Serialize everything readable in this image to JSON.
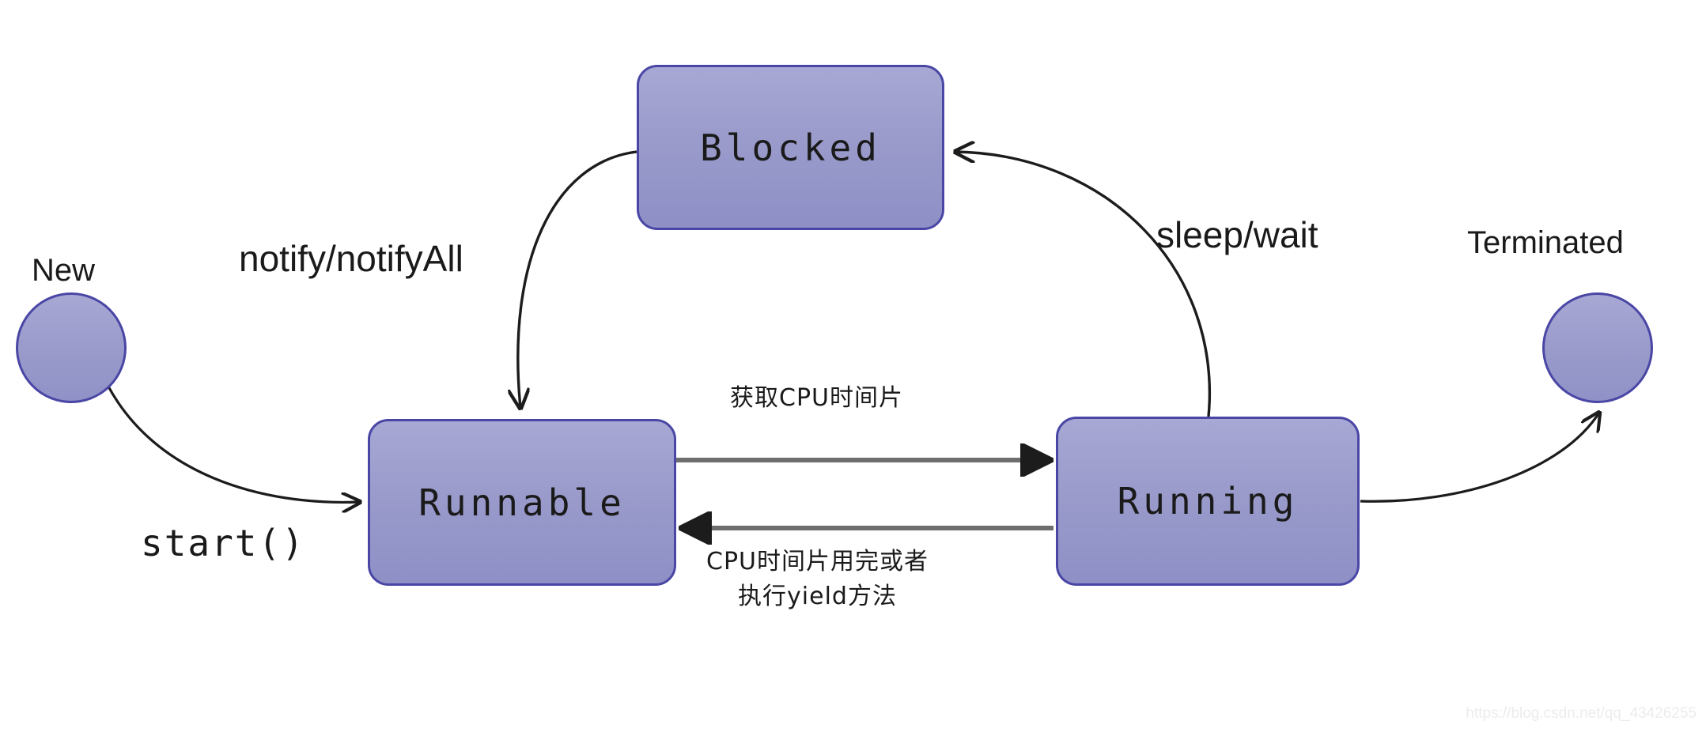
{
  "diagram": {
    "title": "Java Thread State Transition Diagram",
    "background_color": "#ffffff",
    "node_fill_color": "#9a9bcb",
    "node_border_color": "#4a46a5",
    "curve_edge_color": "#222222",
    "straight_edge_color": "#6e6e6e",
    "text_color": "#1a1a1a"
  },
  "nodes": {
    "new": {
      "label": "New",
      "shape": "circle"
    },
    "terminated": {
      "label": "Terminated",
      "shape": "circle"
    },
    "blocked": {
      "label": "Blocked",
      "shape": "rounded-rect"
    },
    "runnable": {
      "label": "Runnable",
      "shape": "rounded-rect"
    },
    "running": {
      "label": "Running",
      "shape": "rounded-rect"
    }
  },
  "edges": {
    "new_to_runnable": {
      "label": "start()",
      "from": "New",
      "to": "Runnable"
    },
    "runnable_to_running": {
      "label": "获取CPU时间片",
      "from": "Runnable",
      "to": "Running"
    },
    "running_to_runnable": {
      "label_line1": "CPU时间片用完或者",
      "label_line2": "执行yield方法",
      "from": "Running",
      "to": "Runnable"
    },
    "running_to_blocked": {
      "label": "sleep/wait",
      "from": "Running",
      "to": "Blocked"
    },
    "blocked_to_runnable": {
      "label": "notify/notifyAll",
      "from": "Blocked",
      "to": "Runnable"
    },
    "running_to_terminated": {
      "label": "",
      "from": "Running",
      "to": "Terminated"
    }
  },
  "watermark": {
    "text": "https://blog.csdn.net/qq_43426255"
  }
}
